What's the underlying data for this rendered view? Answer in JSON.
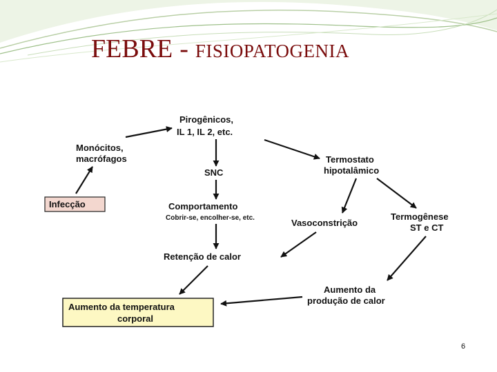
{
  "slide": {
    "title_main": "FEBRE",
    "title_separator": "-",
    "title_sub": "FISIOPATOGENIA"
  },
  "diagram": {
    "nodes": {
      "pirogenicos": [
        "Pirogênicos,",
        "IL 1, IL 2, etc."
      ],
      "monocitos": [
        "Monócitos,",
        "macrófagos"
      ],
      "snc": "SNC",
      "termostato": [
        "Termostato",
        "hipotalâmico"
      ],
      "infeccao": "Infecção",
      "comportamento": "Comportamento",
      "comportamento_detail": "Cobrir-se, encolher-se, etc.",
      "vasoconstricao": "Vasoconstrição",
      "termogenese": [
        "Termogênese",
        "ST e CT"
      ],
      "retencao": "Retenção de calor",
      "aumento_producao": [
        "Aumento da",
        "produção de calor"
      ],
      "aumento_temperatura": [
        "Aumento da temperatura",
        "corporal"
      ]
    },
    "page_number": "6",
    "colors": {
      "infeccao_box": "#f3d7cf",
      "temperatura_box": "#fdf8c3",
      "text": "#111111",
      "title": "#7a0c0c"
    }
  }
}
